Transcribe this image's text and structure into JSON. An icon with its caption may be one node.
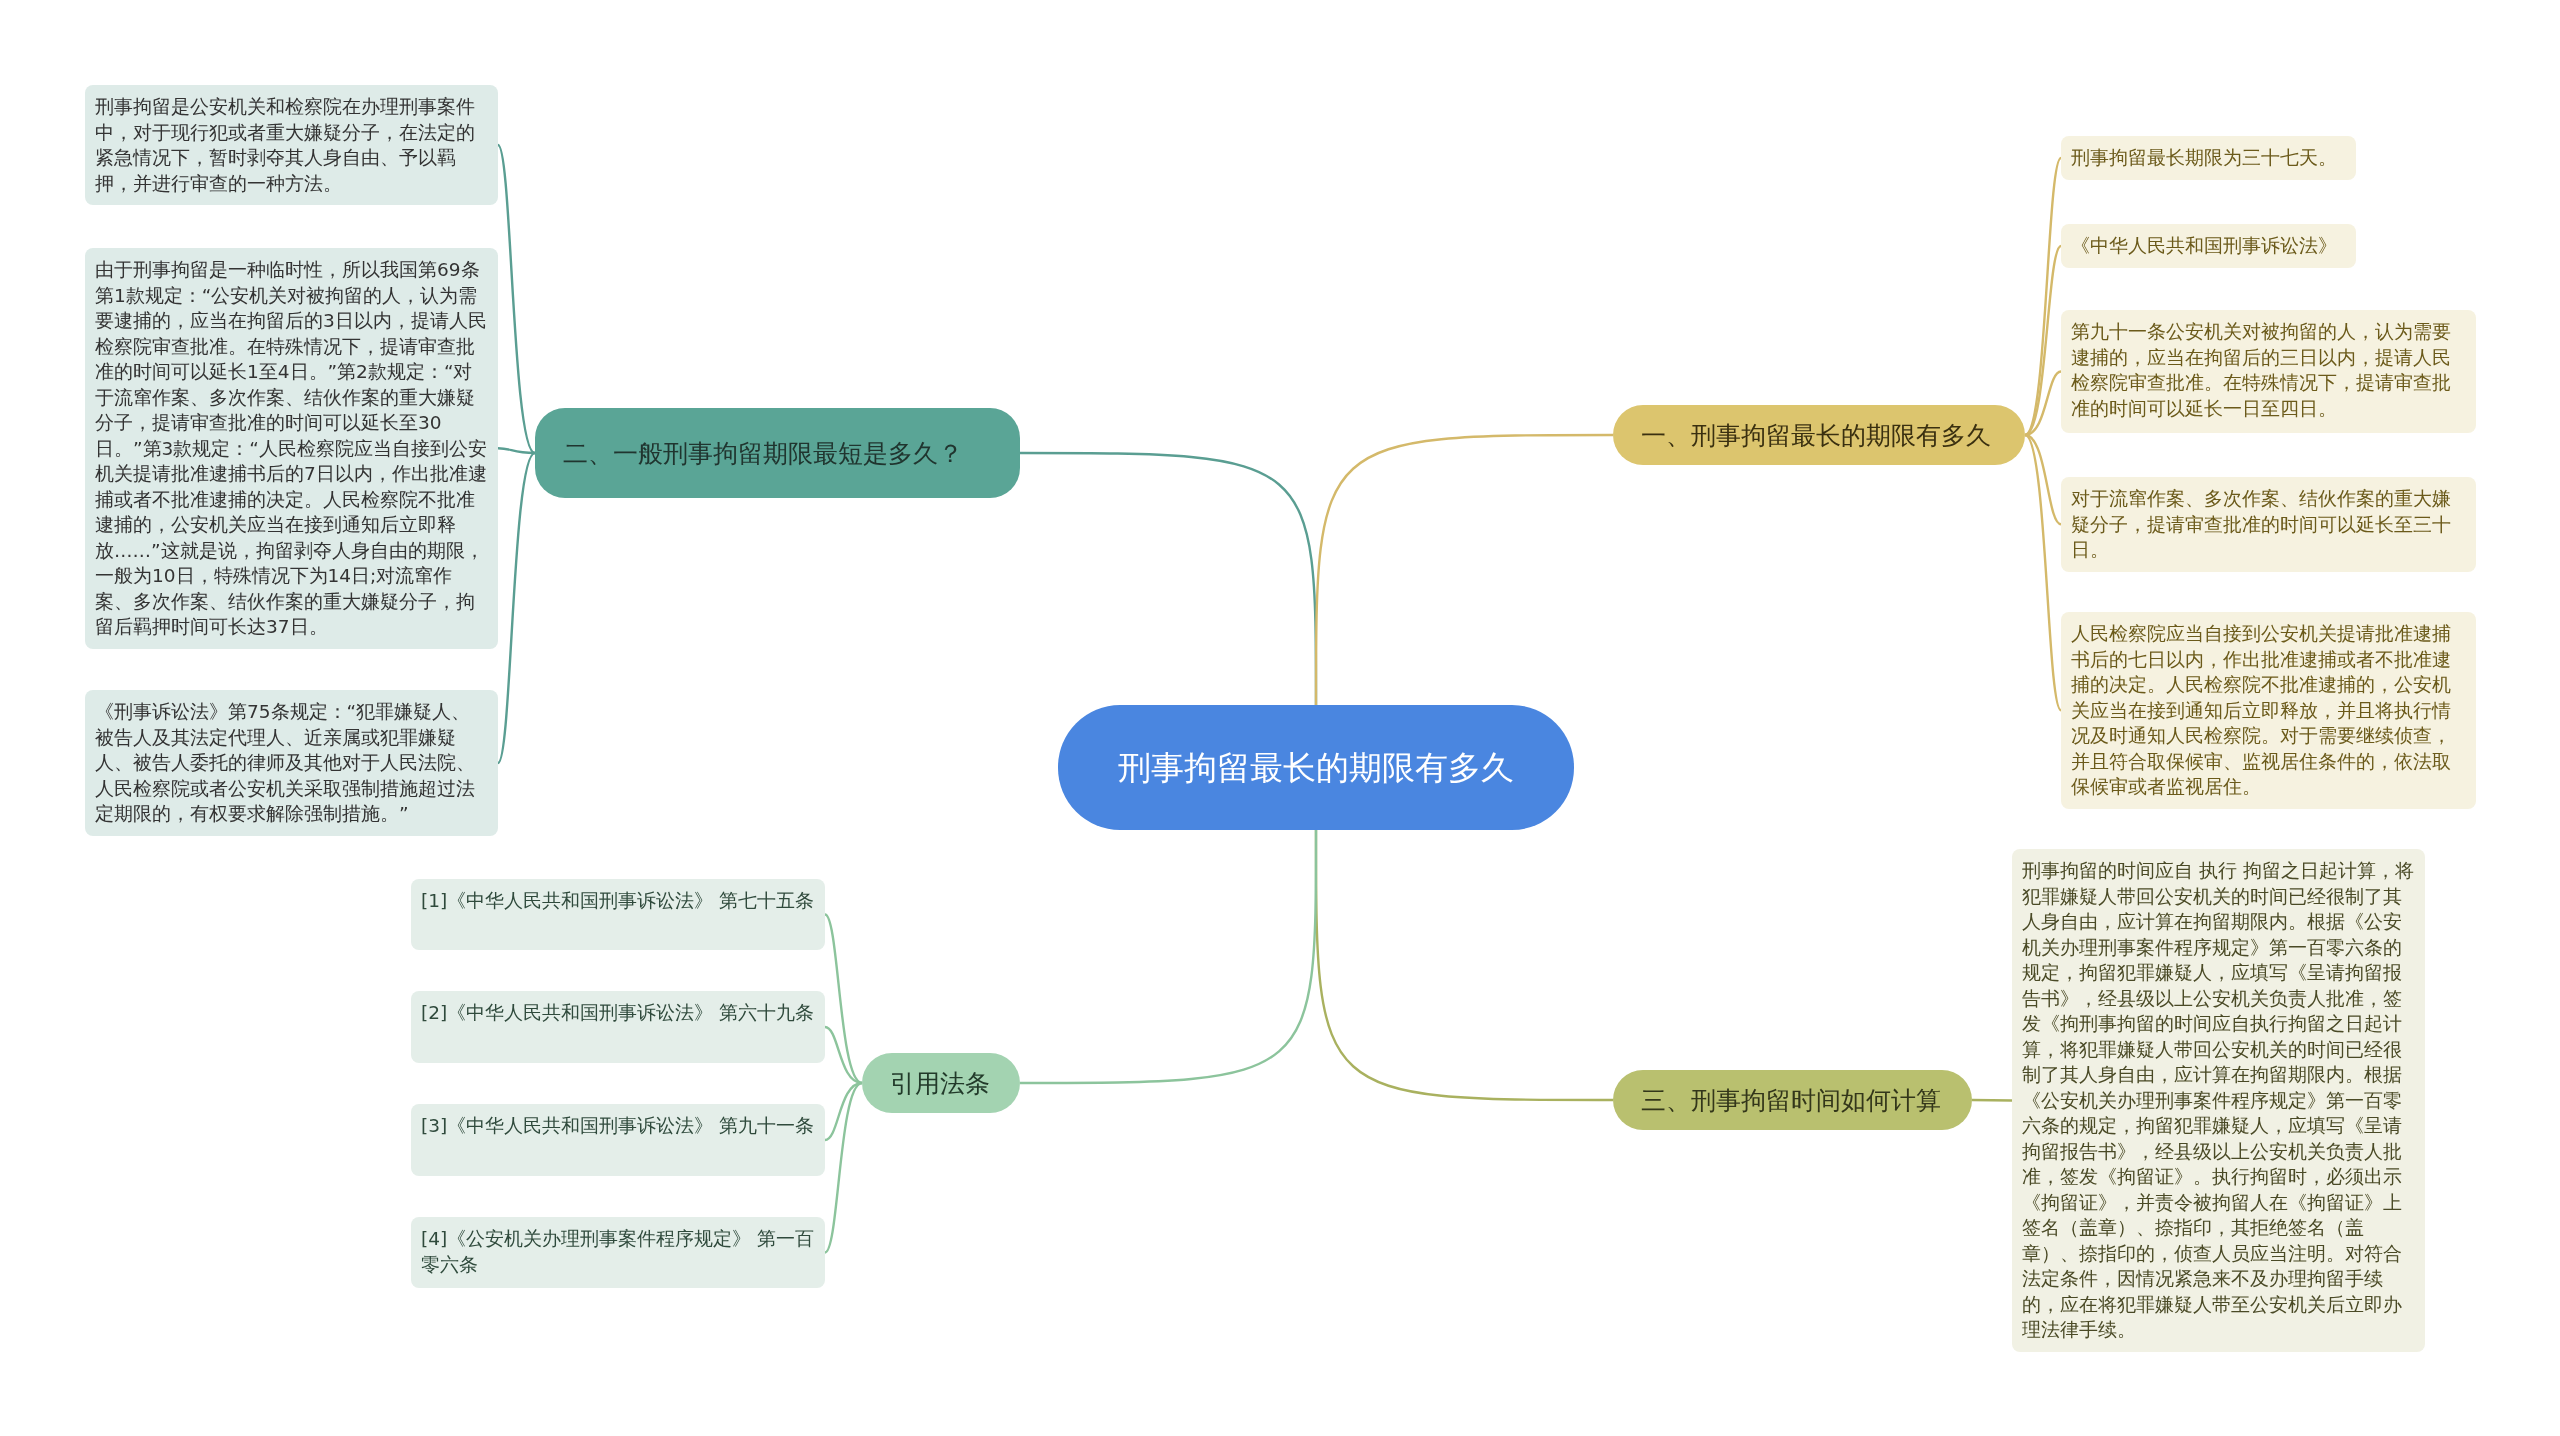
{
  "diagram": {
    "nodes": [
      {
        "text": [
          "刑事拘留最长的期限有多久"
        ]
      },
      {
        "text": [
          "二、一般刑事拘留期限最短是多久？"
        ]
      },
      {
        "text": [
          "刑事拘留是公安机关和检察院在办理刑事案件中，对于现行犯或者重大嫌疑分子，在法定的紧急情况下，暂时剥夺其人身自由、予以羁押，并进行审查的一种方法。"
        ]
      },
      {
        "text": [
          "由于刑事拘留是一种临时性，所以我国第69条第1款规定：“公安机关对被拘留的人，认为需要逮捕的，应当在拘留后的3日以内，提请人民检察院审查批准。在特殊情况下，提请审查批准的时间可以延长1至4日。”第2款规定：“对于流窜作案、多次作案、结伙作案的重大嫌疑分子，提请审查批准的时间可以延长至30日。”第3款规定：“人民检察院应当自接到公安机关提请批准逮捕书后的7日以内，作出批准逮捕或者不批准逮捕的决定。人民检察院不批准逮捕的，公安机关应当在接到通知后立即释放……”这就是说，拘留剥夺人身自由的期限，一般为10日，特殊情况下为14日;对流窜作案、多次作案、结伙作案的重大嫌疑分子，拘留后羁押时间可长达37日。"
        ]
      },
      {
        "text": [
          "《刑事诉讼法》第75条规定：“犯罪嫌疑人、被告人及其法定代理人、近亲属或犯罪嫌疑人、被告人委托的律师及其他对于人民法院、人民检察院或者公安机关采取强制措施超过法定期限的，有权要求解除强制措施。”"
        ]
      },
      {
        "text": [
          "一、刑事拘留最长的期限有多久"
        ]
      },
      {
        "text": [
          "刑事拘留最长期限为三十七天。"
        ]
      },
      {
        "text": [
          "《中华人民共和国刑事诉讼法》"
        ]
      },
      {
        "text": [
          "第九十一条公安机关对被拘留的人，认为需要逮捕的，应当在拘留后的三日以内，提请人民检察院审查批准。在特殊情况下，提请审查批准的时间可以延长一日至四日。"
        ]
      },
      {
        "text": [
          "对于流窜作案、多次作案、结伙作案的重大嫌疑分子，提请审查批准的时间可以延长至三十日。"
        ]
      },
      {
        "text": [
          "人民检察院应当自接到公安机关提请批准逮捕书后的七日以内，作出批准逮捕或者不批准逮捕的决定。人民检察院不批准逮捕的，公安机关应当在接到通知后立即释放，并且将执行情况及时通知人民检察院。对于需要继续侦查，并且符合取保候审、监视居住条件的，依法取保候审或者监视居住。"
        ]
      },
      {
        "text": [
          "三、刑事拘留时间如何计算"
        ]
      },
      {
        "text": [
          "刑事拘留的时间应自 执行 拘留之日起计算，将犯罪嫌疑人带回公安机关的时间已经很制了其人身自由，应计算在拘留期限内。根据《公安机关办理刑事案件程序规定》第一百零六条的规定，拘留犯罪嫌疑人，应填写《呈请拘留报告书》，经县级以上公安机关负责人批准，签发《拘刑事拘留的时间应自执行拘留之日起计算，将犯罪嫌疑人带回公安机关的时间已经很制了其人身自由，应计算在拘留期限内。根据《公安机关办理刑事案件程序规定》第一百零六条的规定，拘留犯罪嫌疑人，应填写《呈请拘留报告书》，经县级以上公安机关负责人批准，签发《拘留证》。执行拘留时，必须出示《拘留证》，并责令被拘留人在《拘留证》上签名（盖章）、捺指印，其拒绝签名（盖章）、捺指印的，侦查人员应当注明。对符合法定条件，因情况紧急来不及办理拘留手续的，应在将犯罪嫌疑人带至公安机关后立即办理法律手续。"
        ]
      },
      {
        "text": [
          "引用法条"
        ]
      },
      {
        "text": [
          "[1]《中华人民共和国刑事诉讼法》 第七十五条"
        ]
      },
      {
        "text": [
          "[2]《中华人民共和国刑事诉讼法》 第六十九条"
        ]
      },
      {
        "text": [
          "[3]《中华人民共和国刑事诉讼法》 第九十一条"
        ]
      },
      {
        "text": [
          "[4]《公安机关办理刑事案件程序规定》 第一百零六条"
        ]
      }
    ],
    "edges": [
      {
        "from": 0,
        "to": 1,
        "arrow": "none",
        "color": "#5a9e92"
      },
      {
        "from": 1,
        "to": 2,
        "arrow": "none",
        "color": "#5a9e92"
      },
      {
        "from": 1,
        "to": 3,
        "arrow": "none",
        "color": "#5a9e92"
      },
      {
        "from": 1,
        "to": 4,
        "arrow": "none",
        "color": "#5a9e92"
      },
      {
        "from": 0,
        "to": 5,
        "arrow": "none"
      },
      {
        "from": 5,
        "to": 6,
        "arrow": "none"
      },
      {
        "from": 5,
        "to": 7,
        "arrow": "none"
      },
      {
        "from": 5,
        "to": 8,
        "arrow": "none"
      },
      {
        "from": 5,
        "to": 9,
        "arrow": "none"
      },
      {
        "from": 5,
        "to": 10,
        "arrow": "none"
      },
      {
        "from": 0,
        "to": 11,
        "arrow": "none",
        "color": "#a9b15f"
      },
      {
        "from": 11,
        "to": 12,
        "arrow": "none",
        "color": "#a9b15f"
      },
      {
        "from": 0,
        "to": 13,
        "arrow": "none",
        "color": "#8cc49c"
      },
      {
        "from": 13,
        "to": 14,
        "arrow": "none",
        "color": "#8cc49c"
      },
      {
        "from": 13,
        "to": 15,
        "arrow": "none",
        "color": "#8cc49c"
      },
      {
        "from": 13,
        "to": 16,
        "arrow": "none",
        "color": "#8cc49c"
      },
      {
        "from": 13,
        "to": 17,
        "arrow": "none",
        "color": "#8cc49c"
      }
    ]
  }
}
